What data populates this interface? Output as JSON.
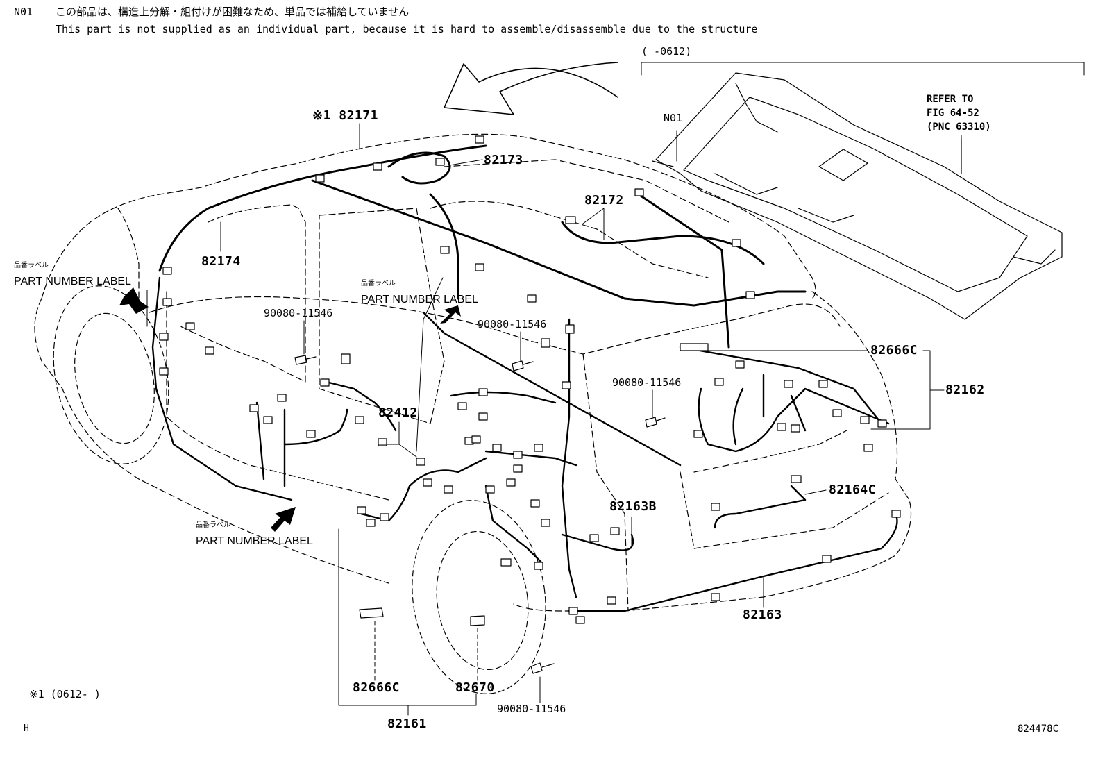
{
  "note": {
    "code": "N01",
    "jp": "この部品は、構造上分解・組付けが困難なため、単品では補給していません",
    "en": "This part is not supplied as an individual part,  because it is hard to assemble/disassemble due to the structure"
  },
  "date_range_top": "(     -0612)",
  "footnote": "※1 (0612-     )",
  "refer": {
    "line1": "REFER TO",
    "line2": "FIG 64-52",
    "line3": "(PNC 63310)"
  },
  "part_number_label": {
    "jp": "品番ラベル",
    "en": "PART NUMBER LABEL"
  },
  "callouts": {
    "c82171": "※1 82171",
    "c82173": "82173",
    "c82172": "82172",
    "c82174": "82174",
    "c82666c_top": "82666C",
    "c82162": "82162",
    "c82412": "82412",
    "c82163b": "82163B",
    "c82164c": "82164C",
    "c82163": "82163",
    "c82666c_bottom": "82666C",
    "c82670": "82670",
    "c82161": "82161",
    "n01_callout": "N01",
    "bolt_a": "90080-11546",
    "bolt_b": "90080-11546",
    "bolt_c": "90080-11546",
    "bolt_d": "90080-11546"
  },
  "corner_code": "H",
  "figure_id": "824478C"
}
